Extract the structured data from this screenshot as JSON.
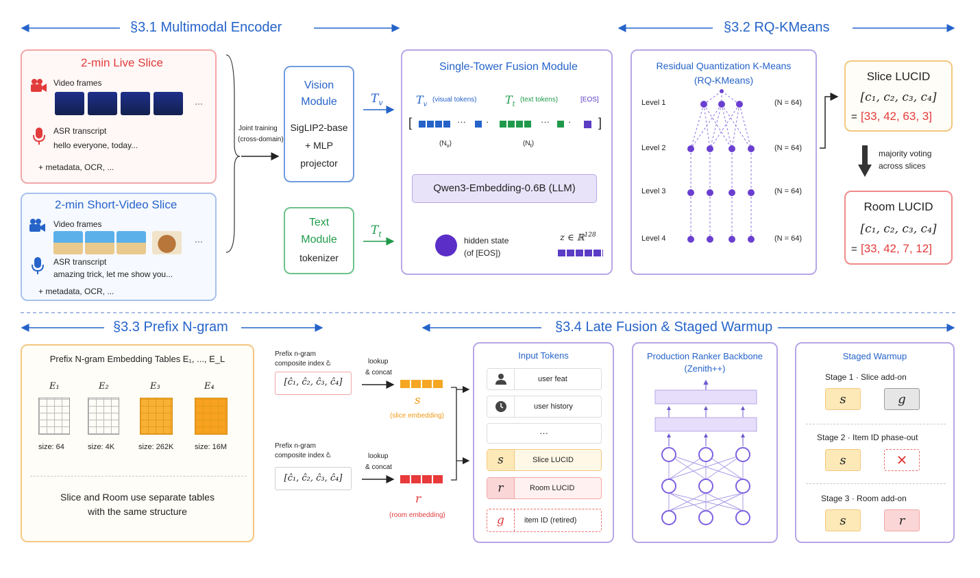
{
  "sections": {
    "s31": "§3.1 Multimodal Encoder",
    "s32": "§3.2 RQ-KMeans",
    "s33": "§3.3 Prefix N-gram",
    "s34": "§3.4 Late Fusion & Staged Warmup"
  },
  "live_slice": {
    "title": "2-min Live Slice",
    "frames_label": "Video frames",
    "ellipsis": "···",
    "asr_label": "ASR transcript",
    "asr_text": "hello everyone, today...",
    "meta": "+   metadata, OCR, ..."
  },
  "short_slice": {
    "title": "2-min Short-Video Slice",
    "frames_label": "Video frames",
    "ellipsis": "···",
    "asr_label": "ASR transcript",
    "asr_text": "amazing trick, let me show you...",
    "meta": "+   metadata, OCR, ..."
  },
  "joint": {
    "line1": "Joint training",
    "line2": "(cross-domain)"
  },
  "vision": {
    "l1": "Vision",
    "l2": "Module",
    "l3": "SigLIP2-base",
    "l4": "+ MLP",
    "l5": "projector"
  },
  "text_mod": {
    "l1": "Text",
    "l2": "Module",
    "l3": "tokenizer"
  },
  "tv": "T",
  "tv_sub": "v",
  "tt": "T",
  "tt_sub": "t",
  "fusion": {
    "title": "Single-Tower Fusion Module",
    "vis_tok": "(visual tokens)",
    "txt_tok": "(text tokens)",
    "eos": "[EOS]",
    "nv": "(N",
    "nv_sub": "v",
    "nt": "(N",
    "nt_sub": "t",
    "llm": "Qwen3-Embedding-0.6B (LLM)",
    "hidden1": "hidden state",
    "hidden2": "(of [EOS])",
    "z": "z ∈ ℝ",
    "z_sup": "128"
  },
  "rq": {
    "title1": "Residual Quantization K-Means",
    "title2": "(RQ-KMeans)",
    "levels": [
      "Level 1",
      "Level 2",
      "Level 3",
      "Level 4"
    ],
    "n": "(N = 64)"
  },
  "slice_lucid": {
    "title": "Slice LUCID",
    "vec": "[c₁, c₂, c₃, c₄]",
    "eq": "=",
    "val": "[33, 42, 63, 3]"
  },
  "voting": {
    "l1": "majority voting",
    "l2": "across slices"
  },
  "room_lucid": {
    "title": "Room LUCID",
    "vec": "[c₁, c₂, c₃, c₄]",
    "eq": "=",
    "val": "[33, 42, 7, 12]"
  },
  "ngram": {
    "title": "Prefix N-gram Embedding Tables E₁, ..., E_L",
    "tables": [
      {
        "name": "E₁",
        "size": "size: 64"
      },
      {
        "name": "E₂",
        "size": "size: 4K"
      },
      {
        "name": "E₃",
        "size": "size: 262K"
      },
      {
        "name": "E₄",
        "size": "size: 16M"
      }
    ],
    "note1": "Slice and Room use separate tables",
    "note2": "with the same structure"
  },
  "lookup_top": {
    "p1": "Prefix n-gram",
    "p2": "composite index ĉᵢ",
    "idx": "[ĉ₁, ĉ₂, ĉ₃, ĉ₄]",
    "lk1": "lookup",
    "lk2": "& concat",
    "sym": "s",
    "emb": "(slice embedding)"
  },
  "lookup_bot": {
    "p1": "Prefix n-gram",
    "p2": "composite index ĉᵢ",
    "idx": "[ĉ₁, ĉ₂, ĉ₃, ĉ₄]",
    "lk1": "lookup",
    "lk2": "& concat",
    "sym": "r",
    "emb": "(room embedding)"
  },
  "input_tokens": {
    "title": "Input Tokens",
    "user_feat": "user feat",
    "user_history": "user history",
    "dots": "···",
    "s": "s",
    "slice": "Slice LUCID",
    "r": "r",
    "room": "Room LUCID",
    "g": "g",
    "item": "item ID (retired)"
  },
  "ranker": {
    "title1": "Production Ranker Backbone",
    "title2": "(Zenith++)"
  },
  "warmup": {
    "title": "Staged Warmup",
    "st1": "Stage 1  ·  Slice add-on",
    "st2": "Stage 2  ·  Item ID phase-out",
    "st3": "Stage 3  ·  Room add-on",
    "s": "s",
    "g": "g",
    "x": "✕",
    "r": "r"
  },
  "colors": {
    "blue": "#2563c9",
    "red": "#e23b3b",
    "green": "#1f9a4a",
    "purple": "#5b3cc4",
    "orange": "#f5a623"
  }
}
